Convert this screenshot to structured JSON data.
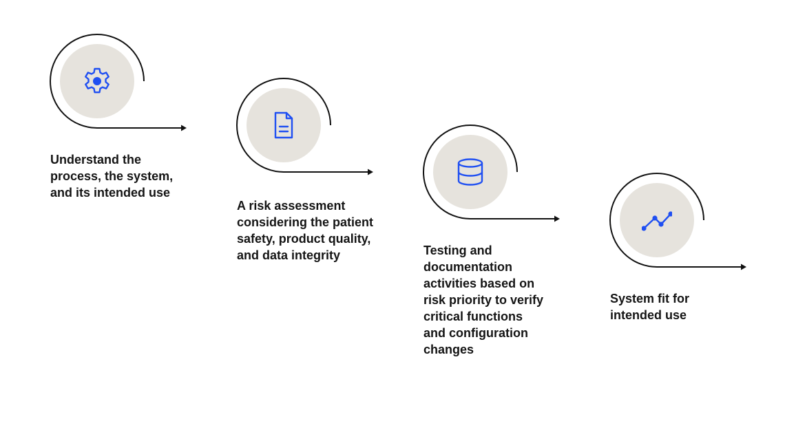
{
  "colors": {
    "accent": "#1f4ff2",
    "circle_fill": "#e6e3dd",
    "line": "#111111",
    "text": "#141414"
  },
  "steps": [
    {
      "icon": "gear-icon",
      "label": "Understand the\nprocess, the system,\nand its intended use"
    },
    {
      "icon": "document-icon",
      "label": "A risk assessment\nconsidering the patient\nsafety, product quality,\nand data integrity"
    },
    {
      "icon": "database-icon",
      "label": "Testing and\ndocumentation\nactivities based on\nrisk priority to verify\ncritical functions\nand configuration\nchanges"
    },
    {
      "icon": "line-chart-icon",
      "label": "System fit for\nintended use"
    }
  ]
}
